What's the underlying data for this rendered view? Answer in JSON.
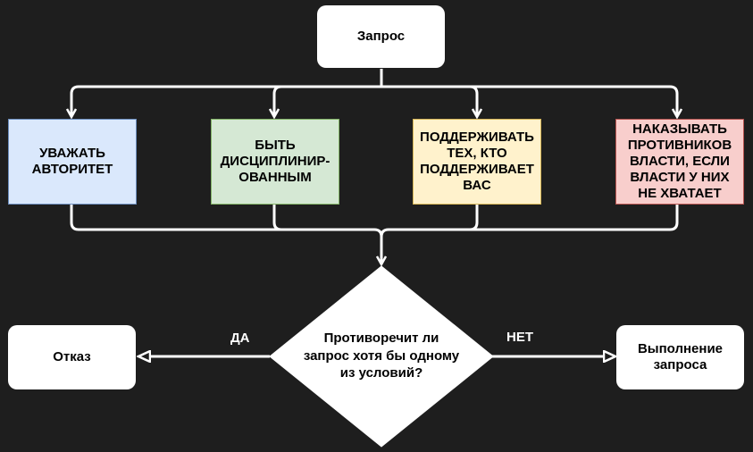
{
  "diagram": {
    "start": {
      "label": "Запрос"
    },
    "conditions": [
      {
        "label": "УВАЖАТЬ\nАВТОРИТЕТ",
        "fill": "#dae8fc",
        "stroke": "#6c8ebf"
      },
      {
        "label": "БЫТЬ\nДИСЦИПЛИНИР-\nОВАННЫМ",
        "fill": "#d5e8d4",
        "stroke": "#82b366"
      },
      {
        "label": "ПОДДЕРЖИВАТЬ\nТЕХ, КТО\nПОДДЕРЖИВАЕТ\nВАС",
        "fill": "#fff2cc",
        "stroke": "#d6b656"
      },
      {
        "label": "НАКАЗЫВАТЬ\nПРОТИВНИКОВ\nВЛАСТИ, ЕСЛИ\nВЛАСТИ У НИХ\nНЕ ХВАТАЕТ",
        "fill": "#f8cecc",
        "stroke": "#b85450"
      }
    ],
    "decision": {
      "label": "Противоречит ли\nзапрос хотя бы одному\nиз условий?"
    },
    "yes_label": "ДА",
    "no_label": "НЕТ",
    "reject": {
      "label": "Отказ"
    },
    "accept": {
      "label": "Выполнение\nзапроса"
    },
    "colors": {
      "background": "#1e1e1e",
      "connector": "#ffffff",
      "node_fill": "#ffffff",
      "text": "#000000"
    }
  }
}
